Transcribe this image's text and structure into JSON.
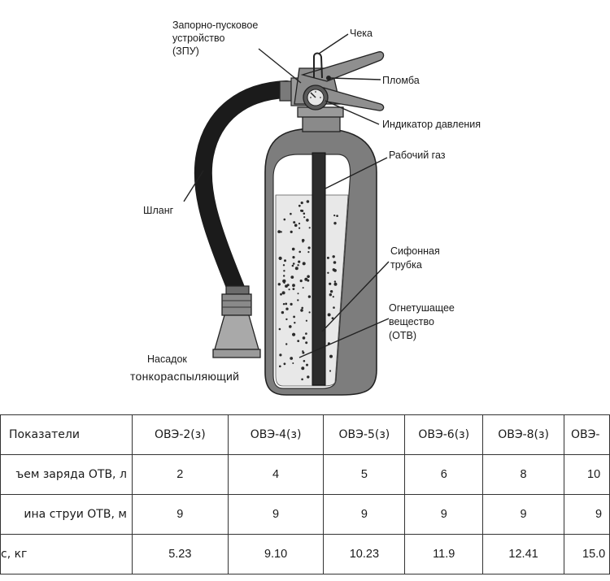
{
  "diagram": {
    "labels": {
      "zpu_line1": "Запорно-пусковое",
      "zpu_line2": "устройство",
      "zpu_line3": "(ЗПУ)",
      "cheka": "Чека",
      "plomba": "Пломба",
      "indicator": "Индикатор давления",
      "gas": "Рабочий газ",
      "hose": "Шланг",
      "siphon_line1": "Сифонная",
      "siphon_line2": "трубка",
      "agent_line1": "Огнетушащее",
      "agent_line2": "вещество",
      "agent_line3": "(ОТВ)",
      "nozzle_line1": "Насадок",
      "nozzle_line2": "тонкораспыляющий"
    }
  },
  "table": {
    "header": [
      "Показатели",
      "ОВЭ-2(з)",
      "ОВЭ-4(з)",
      "ОВЭ-5(з)",
      "ОВЭ-6(з)",
      "ОВЭ-8(з)",
      "ОВЭ-"
    ],
    "rows": [
      {
        "label": "ъем заряда ОТВ, л",
        "values": [
          "2",
          "4",
          "5",
          "6",
          "8",
          "10"
        ]
      },
      {
        "label": "ина струи ОТВ, м",
        "values": [
          "9",
          "9",
          "9",
          "9",
          "9",
          "9"
        ]
      },
      {
        "label": "с, кг",
        "values": [
          "5.23",
          "9.10",
          "10.23",
          "11.9",
          "12.41",
          "15.0"
        ]
      }
    ]
  }
}
